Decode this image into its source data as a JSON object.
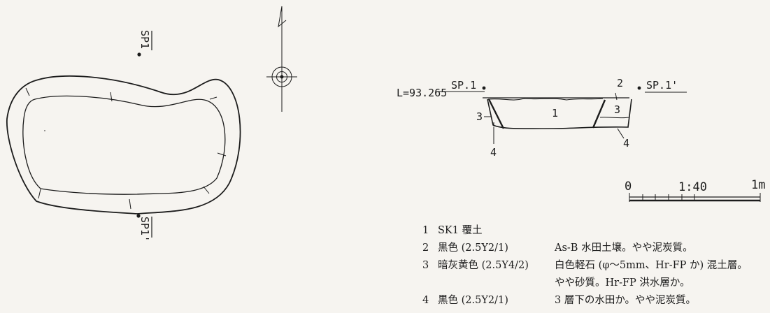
{
  "plan": {
    "sp_top": "SP1",
    "sp_bottom": "SP1'"
  },
  "section": {
    "elevation": "L=93.265",
    "sp_left": "SP.1",
    "sp_right": "SP.1'",
    "layer_labels": [
      "1",
      "2",
      "3",
      "3",
      "4",
      "4"
    ]
  },
  "scale": {
    "zero": "0",
    "ratio": "1:40",
    "end": "1m"
  },
  "legend": [
    {
      "num": "1",
      "name": "SK1 覆土",
      "desc": ""
    },
    {
      "num": "2",
      "name": "黒色 (2.5Y2/1)",
      "desc": "As-B 水田土壌。やや泥炭質。"
    },
    {
      "num": "3",
      "name": "暗灰黄色 (2.5Y4/2)",
      "desc": "白色軽石 (φ～5mm、Hr-FP か) 混土層。",
      "cont": "やや砂質。Hr-FP 洪水層か。"
    },
    {
      "num": "4",
      "name": "黒色 (2.5Y2/1)",
      "desc": "3 層下の水田か。やや泥炭質。"
    }
  ]
}
